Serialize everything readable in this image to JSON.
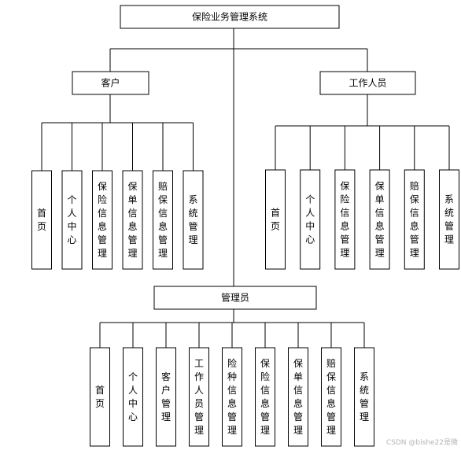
{
  "root": "保险业务管理系统",
  "customer": {
    "label": "客户",
    "modules": [
      "首页",
      "个人中心",
      "保险信息管理",
      "保单信息管理",
      "赔保信息管理",
      "系统管理"
    ]
  },
  "staff": {
    "label": "工作人员",
    "modules": [
      "首页",
      "个人中心",
      "保险信息管理",
      "保单信息管理",
      "赔保信息管理",
      "系统管理"
    ]
  },
  "admin": {
    "label": "管理员",
    "modules": [
      "首页",
      "个人中心",
      "客户管理",
      "工作人员管理",
      "险种信息管理",
      "保险信息管理",
      "保单信息管理",
      "赔保信息管理",
      "系统管理"
    ]
  },
  "watermark": "CSDN @bishe22是微"
}
